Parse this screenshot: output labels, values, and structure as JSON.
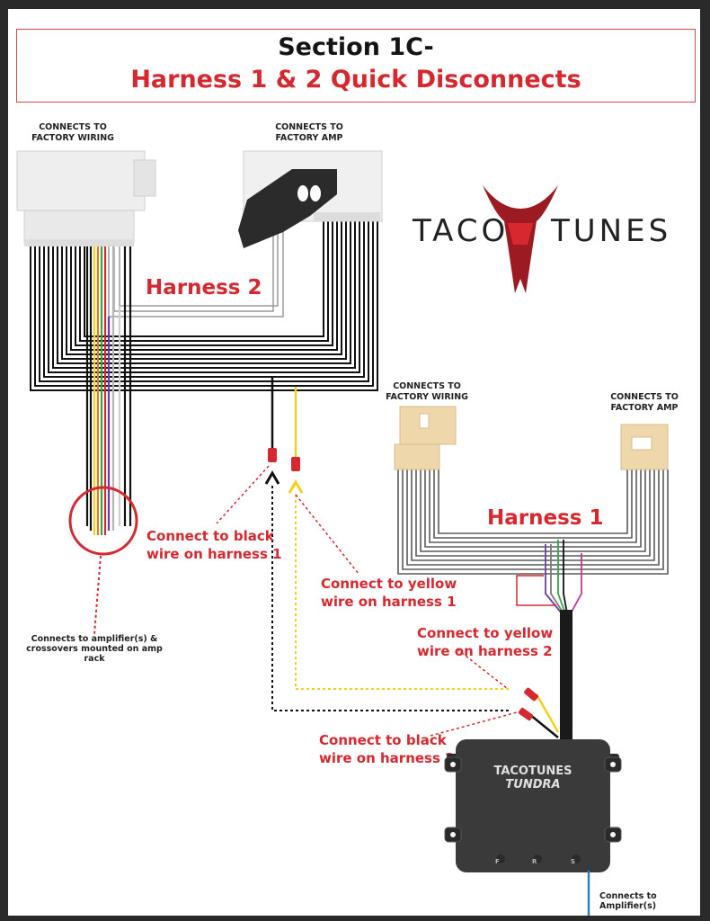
{
  "title": {
    "line1": "Section 1C-",
    "line2": "Harness 1 & 2 Quick Disconnects"
  },
  "harness2": {
    "label": "Harness 2",
    "left_connector": [
      "CONNECTS TO",
      "FACTORY WIRING"
    ],
    "right_connector": [
      "CONNECTS TO",
      "FACTORY AMP"
    ]
  },
  "harness1": {
    "label": "Harness 1",
    "left_connector": [
      "CONNECTS TO",
      "FACTORY WIRING"
    ],
    "right_connector": [
      "CONNECTS TO",
      "FACTORY AMP"
    ]
  },
  "logo": {
    "left": "TACO",
    "right": "TUNES"
  },
  "callouts": {
    "black_h1": [
      "Connect to black",
      "wire on harness 1"
    ],
    "yellow_h1": [
      "Connect to yellow",
      "wire on harness 1"
    ],
    "yellow_h2": [
      "Connect to yellow",
      "wire on harness 2"
    ],
    "black_h2": [
      "Connect to black",
      "wire on harness 2"
    ],
    "amp_note": [
      "Connects to amplifier(s) &",
      "crossovers mounted on amp",
      "rack"
    ]
  },
  "module": {
    "brand": "TACOTUNES",
    "model": "TUNDRA",
    "ports": [
      "F",
      "R",
      "S"
    ],
    "output_note": [
      "Connects to",
      "Amplifier(s)"
    ]
  },
  "colors": {
    "accent_red": "#d7282f",
    "wire_black": "#111111",
    "wire_yellow": "#f2d21c",
    "connector_tan": "#efd7ac",
    "connector_white": "#eeeeee",
    "module_body": "#3a3a3a",
    "output_wire_blue": "#2f7fc1"
  }
}
